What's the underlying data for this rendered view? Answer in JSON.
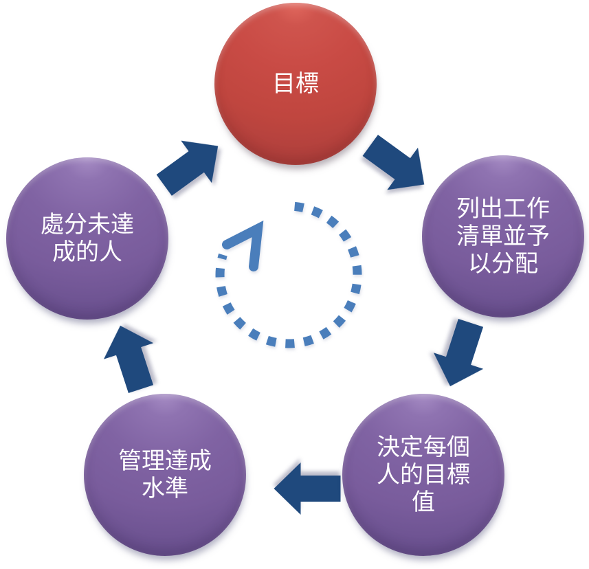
{
  "diagram": {
    "type": "cycle",
    "direction": "clockwise",
    "nodes": [
      {
        "id": "goal",
        "label": "目標",
        "color": "#C0504D",
        "shape": "circle"
      },
      {
        "id": "list-tasks",
        "label": "列出工作\n清單並予\n以分配",
        "color": "#8064A2",
        "shape": "circle"
      },
      {
        "id": "decide-values",
        "label": "決定每個\n人的目標\n值",
        "color": "#8064A2",
        "shape": "circle"
      },
      {
        "id": "manage-level",
        "label": "管理達成\n水準",
        "color": "#8064A2",
        "shape": "circle"
      },
      {
        "id": "punish",
        "label": "處分未達\n成的人",
        "color": "#8064A2",
        "shape": "circle"
      }
    ],
    "connectors": [
      {
        "from": "goal",
        "to": "list-tasks",
        "style": "block-arrow",
        "color": "#1F497D"
      },
      {
        "from": "list-tasks",
        "to": "decide-values",
        "style": "block-arrow",
        "color": "#1F497D"
      },
      {
        "from": "decide-values",
        "to": "manage-level",
        "style": "block-arrow",
        "color": "#1F497D"
      },
      {
        "from": "manage-level",
        "to": "punish",
        "style": "block-arrow",
        "color": "#1F497D"
      },
      {
        "from": "punish",
        "to": "goal",
        "style": "block-arrow",
        "color": "#1F497D"
      }
    ],
    "center_arrow": {
      "shape": "circular",
      "style": "dotted",
      "direction": "clockwise",
      "color": "#4F81BD"
    },
    "colors": {
      "node_red": "#C0504D",
      "node_purple": "#8064A2",
      "flow_arrow": "#1F497D",
      "center_arrow": "#4F81BD",
      "text": "#FFFFFF",
      "background": "#FFFFFF"
    }
  }
}
